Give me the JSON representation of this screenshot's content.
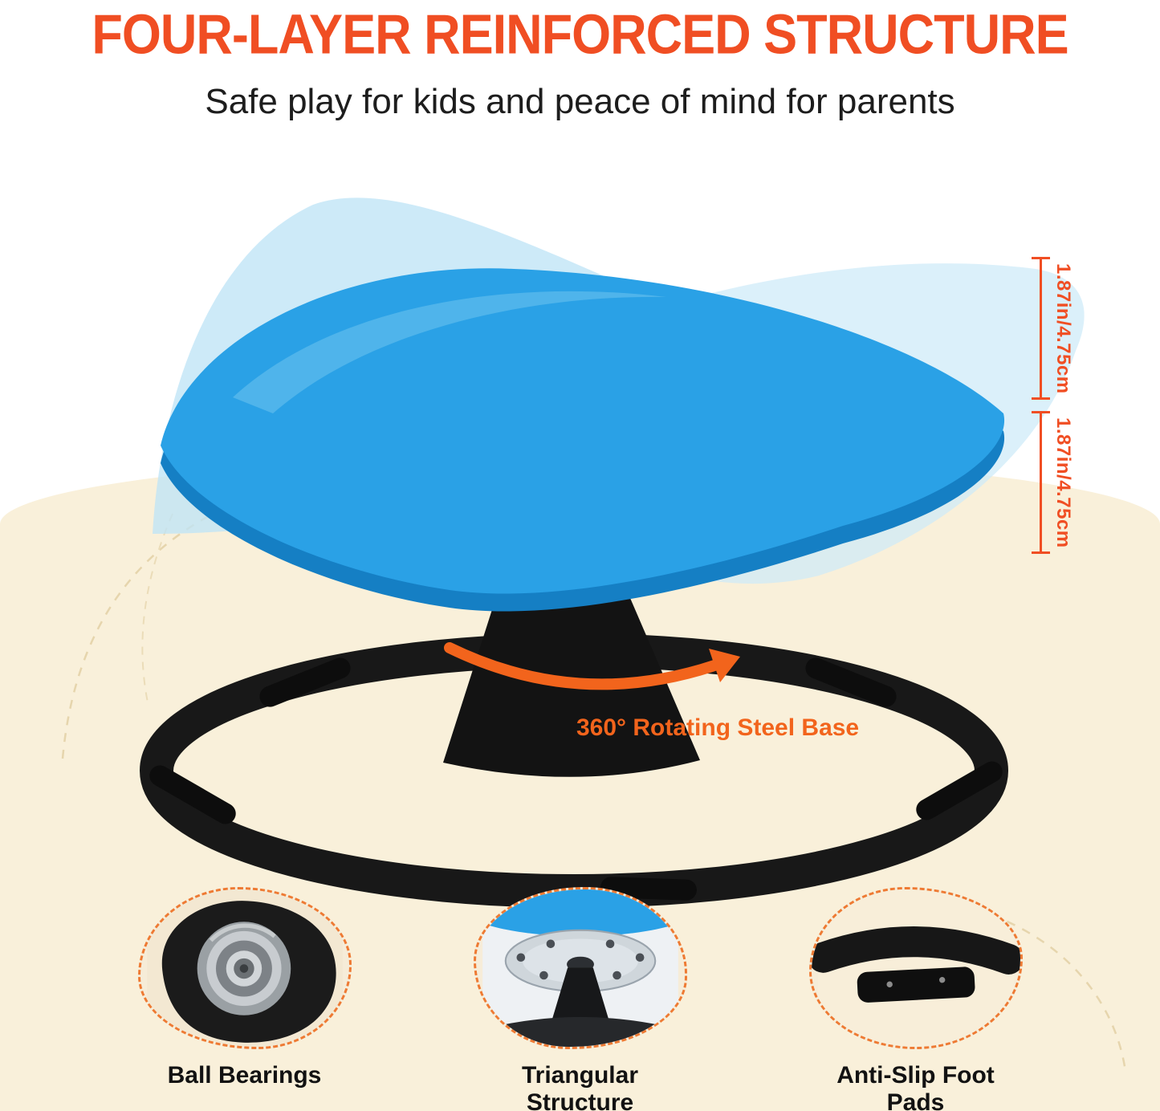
{
  "colors": {
    "accent_orange": "#F04E23",
    "arrow_orange": "#F2641C",
    "seat_blue": "#2AA1E6",
    "seat_blue_dark": "#157FC4",
    "ghost_blue": "#BFE4F6",
    "background_cream": "#F9F0DA",
    "base_black": "#181818",
    "text_black": "#1D1D1D"
  },
  "header": {
    "title": "FOUR-LAYER REINFORCED STRUCTURE",
    "subtitle": "Safe play for kids and peace of mind for parents"
  },
  "diagram": {
    "rotation_label": "360° Rotating Steel Base",
    "measurements": [
      {
        "label": "1.87in/4.75cm"
      },
      {
        "label": "1.87in/4.75cm"
      }
    ]
  },
  "callouts": [
    {
      "label": "Ball Bearings"
    },
    {
      "label": "Triangular Structure"
    },
    {
      "label": "Anti-Slip Foot Pads"
    }
  ]
}
